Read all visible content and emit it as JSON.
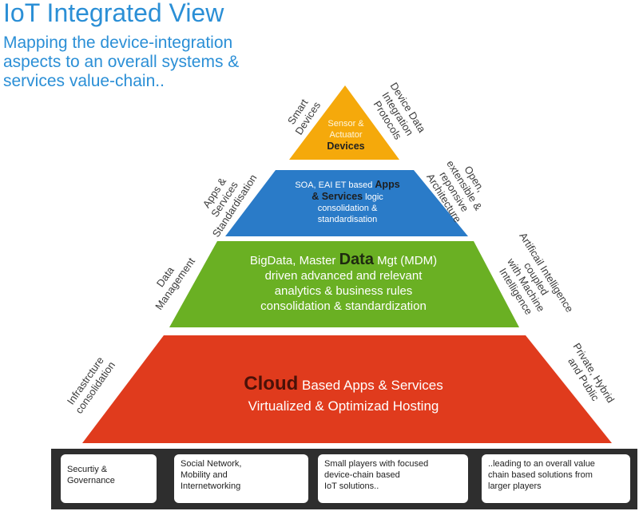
{
  "header": {
    "title": "IoT Integrated View",
    "subtitle_lines": [
      "Mapping the device-integration",
      "aspects  to an overall systems &",
      "services value-chain.."
    ]
  },
  "tiers": {
    "devices": {
      "line1": "Sensor &",
      "line2": "Actuator",
      "strong": "Devices",
      "color": "#f5a90b"
    },
    "apps": {
      "pre": "SOA, EAI ET based ",
      "k1": "Apps",
      "k2": "& Services",
      "post": " logic",
      "line3": "consolidation &",
      "line4": "standardisation",
      "color": "#2a7bc8"
    },
    "data": {
      "pre": "BigData, Master ",
      "k": "Data",
      "post": " Mgt (MDM)",
      "line2": "driven advanced and relevant",
      "line3": "analytics & business rules",
      "line4": "consolidation & standardization",
      "color": "#6ab023"
    },
    "cloud": {
      "k": "Cloud",
      "post": " Based Apps & Services",
      "line2": "Virtualized & Optimizad Hosting",
      "color": "#e03b1d"
    }
  },
  "side_labels": {
    "smart_devices": [
      "Smart",
      "Devices"
    ],
    "apps_services": [
      "Apps &",
      "Services",
      "Standardisation"
    ],
    "data_management": [
      "Data",
      "Management"
    ],
    "infrastructure": [
      "Infrastrcture",
      "consolidation"
    ],
    "device_data": [
      "Device Data",
      "Integration",
      "Protocols"
    ],
    "open_arch": [
      "Open,",
      "extensible &",
      "reponsive",
      "Architecture"
    ],
    "ai": [
      "Artificail Intelligence",
      "coupled",
      "with Machine",
      "Intelligence"
    ],
    "private": [
      "Private, Hybrid",
      "and Public"
    ]
  },
  "bottom_cards": [
    [
      "Securtiy &",
      "Governance"
    ],
    [
      "Social Network,",
      "Mobility and",
      "Internetworking"
    ],
    [
      "Small players with focused",
      " device-chain based",
      "IoT solutions.."
    ],
    [
      "..leading to an overall value",
      "chain based solutions from",
      "larger players"
    ]
  ]
}
